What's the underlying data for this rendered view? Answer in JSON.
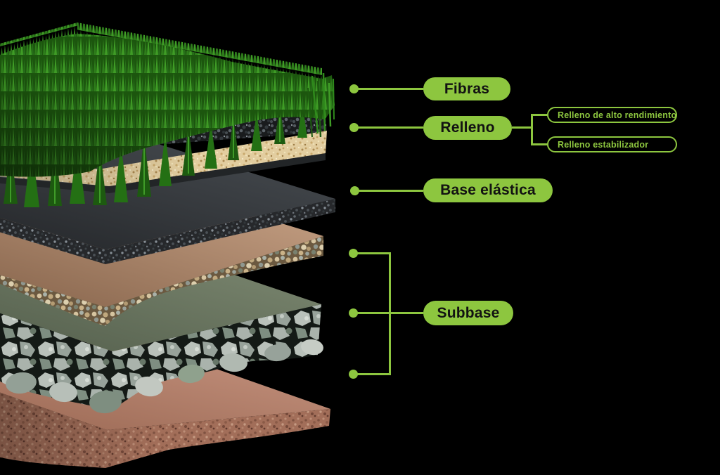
{
  "diagram": {
    "title_context": "Artificial turf layer system exploded diagram",
    "background": "#000000",
    "accent_green": "#8dc63f",
    "pill_text_color": "#121212",
    "callouts": {
      "fibras": {
        "label": "Fibras"
      },
      "relleno": {
        "label": "Relleno",
        "sub1": "Relleno de alto rendimiento",
        "sub2": "Relleno estabilizador"
      },
      "base_elastica": {
        "label": "Base elástica"
      },
      "subbase": {
        "label": "Subbase"
      }
    },
    "illustration_colors": {
      "grass_green_bright": "#3f9c26",
      "grass_green_dark": "#1c560e",
      "rubber_infill_dark": "#191b1d",
      "sand_infill": "#e2cd9f",
      "elastic_base_dark": "#2b2e31",
      "compacted_fines_tan": "#c9a387",
      "binder_sage": "#74806a",
      "gravel_gray": "#c2c8c1",
      "soil_brown": "#a26e59"
    }
  }
}
